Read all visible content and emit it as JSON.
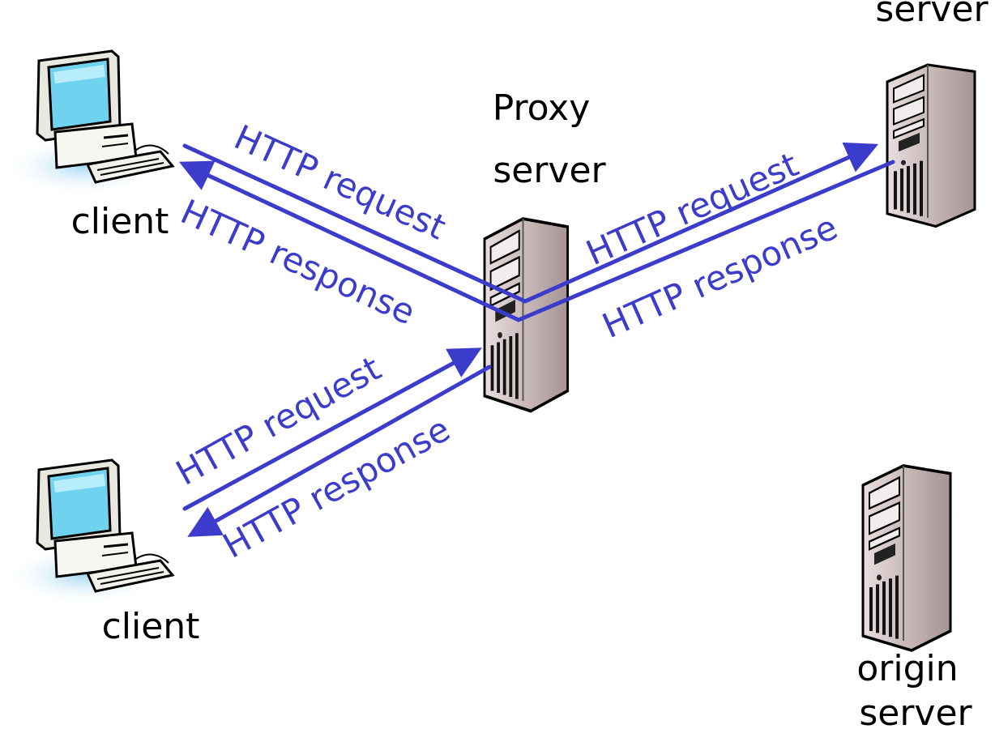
{
  "nodes": {
    "proxy_label": [
      "Proxy",
      "server"
    ],
    "origin_top_label": "server",
    "origin_bottom_label": [
      "origin",
      "server"
    ],
    "client_top_label": "client",
    "client_bottom_label": "client"
  },
  "messages": {
    "tl_request": "HTTP request",
    "tl_response": "HTTP response",
    "tr_request": "HTTP request",
    "tr_response": "HTTP response",
    "bl_request": "HTTP request",
    "bl_response": "HTTP response"
  },
  "colors": {
    "arrow": "#3b3bcc",
    "monitor_screen": "#6fd3f0",
    "monitor_body": "#f7f7f2",
    "server_body": "#cdbcbc",
    "server_dark": "#141414"
  },
  "icons": {
    "client": "desktop-computer-icon",
    "server": "tower-server-icon"
  }
}
